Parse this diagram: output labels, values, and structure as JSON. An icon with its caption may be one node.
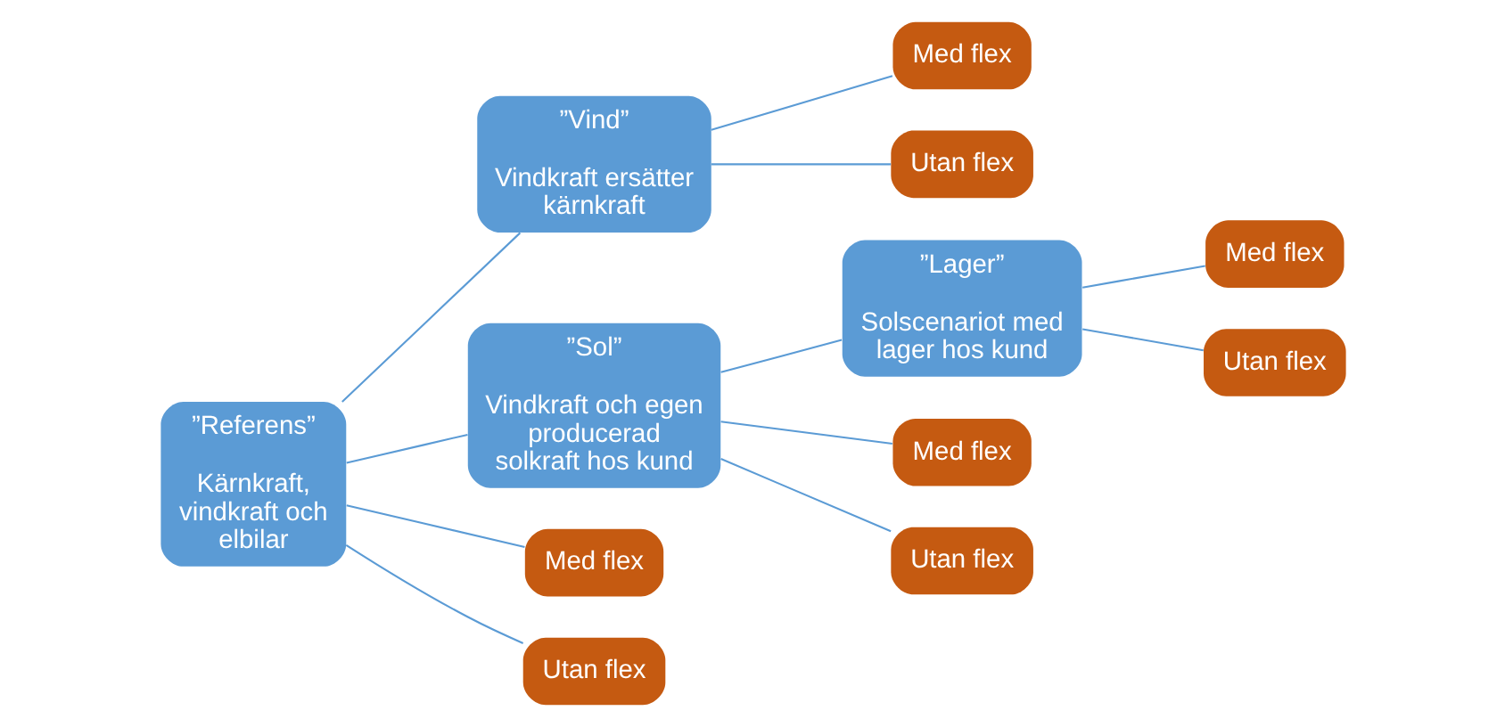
{
  "diagram": {
    "nodes": [
      {
        "text": [
          "”Referens”",
          "Kärnkraft, vindkraft och elbilar"
        ]
      },
      {
        "text": [
          "”Vind”",
          "Vindkraft ersätter kärnkraft"
        ]
      },
      {
        "text": [
          "Med flex"
        ]
      },
      {
        "text": [
          "Utan flex"
        ]
      },
      {
        "text": [
          "”Sol”",
          "Vindkraft och egen producerad solkraft hos kund"
        ]
      },
      {
        "text": [
          "”Lager”",
          "Solscenariot med lager hos kund"
        ]
      },
      {
        "text": [
          "Med flex"
        ]
      },
      {
        "text": [
          "Utan flex"
        ]
      },
      {
        "text": [
          "Med flex"
        ]
      },
      {
        "text": [
          "Utan flex"
        ]
      },
      {
        "text": [
          "Med flex"
        ]
      },
      {
        "text": [
          "Utan flex"
        ]
      }
    ],
    "edges": [
      {
        "from": 0,
        "to": 1,
        "arrow": "none"
      },
      {
        "from": 0,
        "to": 4,
        "arrow": "none"
      },
      {
        "from": 0,
        "to": 10,
        "arrow": "none"
      },
      {
        "from": 0,
        "to": 11,
        "arrow": "none"
      },
      {
        "from": 1,
        "to": 2,
        "arrow": "none"
      },
      {
        "from": 1,
        "to": 3,
        "arrow": "none"
      },
      {
        "from": 4,
        "to": 5,
        "arrow": "none"
      },
      {
        "from": 4,
        "to": 8,
        "arrow": "none"
      },
      {
        "from": 4,
        "to": 9,
        "arrow": "none"
      },
      {
        "from": 5,
        "to": 6,
        "arrow": "none"
      },
      {
        "from": 5,
        "to": 7,
        "arrow": "none"
      }
    ]
  }
}
